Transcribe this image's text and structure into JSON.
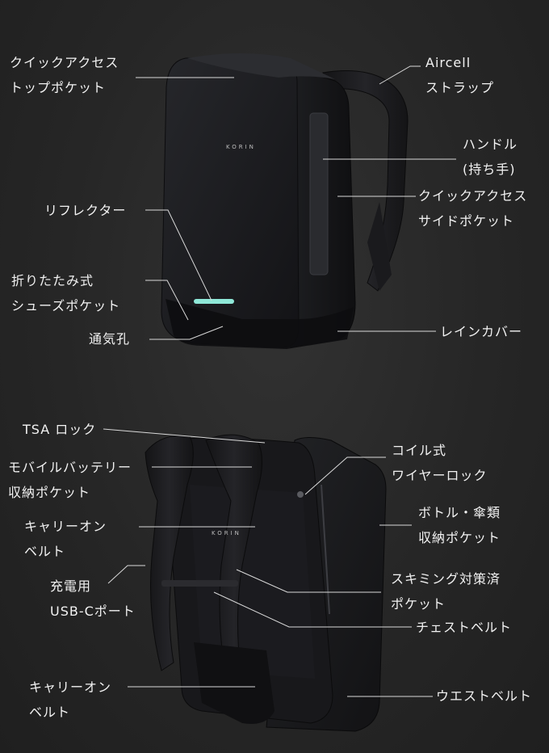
{
  "colors": {
    "background": "#2a2a2a",
    "text": "#f2f2f2",
    "leader_line": "#d9d9d9",
    "reflector": "#8fe8d8"
  },
  "brand": "KORIN",
  "front_view": {
    "labels": [
      {
        "id": "quick-access-top-pocket",
        "lines": [
          "クイックアクセス",
          "トップポケット"
        ]
      },
      {
        "id": "aircell-strap",
        "lines": [
          "Aircell",
          "ストラップ"
        ]
      },
      {
        "id": "handle",
        "lines": [
          "ハンドル",
          "(持ち手)"
        ]
      },
      {
        "id": "quick-access-side-pocket",
        "lines": [
          "クイックアクセス",
          "サイドポケット"
        ]
      },
      {
        "id": "reflector",
        "lines": [
          "リフレクター"
        ]
      },
      {
        "id": "folding-shoe-pocket",
        "lines": [
          "折りたたみ式",
          "シューズポケット"
        ]
      },
      {
        "id": "vent-hole",
        "lines": [
          "通気孔"
        ]
      },
      {
        "id": "rain-cover",
        "lines": [
          "レインカバー"
        ]
      }
    ]
  },
  "back_view": {
    "labels": [
      {
        "id": "tsa-lock",
        "lines": [
          "TSA ロック"
        ]
      },
      {
        "id": "battery-pocket",
        "lines": [
          "モバイルバッテリー",
          "収納ポケット"
        ]
      },
      {
        "id": "carry-on-belt-upper",
        "lines": [
          "キャリーオン",
          "ベルト"
        ]
      },
      {
        "id": "usb-c-port",
        "lines": [
          "充電用",
          "USB-Cポート"
        ]
      },
      {
        "id": "carry-on-belt-lower",
        "lines": [
          "キャリーオン",
          "ベルト"
        ]
      },
      {
        "id": "coil-wire-lock",
        "lines": [
          "コイル式",
          "ワイヤーロック"
        ]
      },
      {
        "id": "bottle-umbrella-pocket",
        "lines": [
          "ボトル・傘類",
          "収納ポケット"
        ]
      },
      {
        "id": "anti-skimming-pocket",
        "lines": [
          "スキミング対策済",
          "ポケット"
        ]
      },
      {
        "id": "chest-belt",
        "lines": [
          "チェストベルト"
        ]
      },
      {
        "id": "waist-belt",
        "lines": [
          "ウエストベルト"
        ]
      }
    ]
  }
}
